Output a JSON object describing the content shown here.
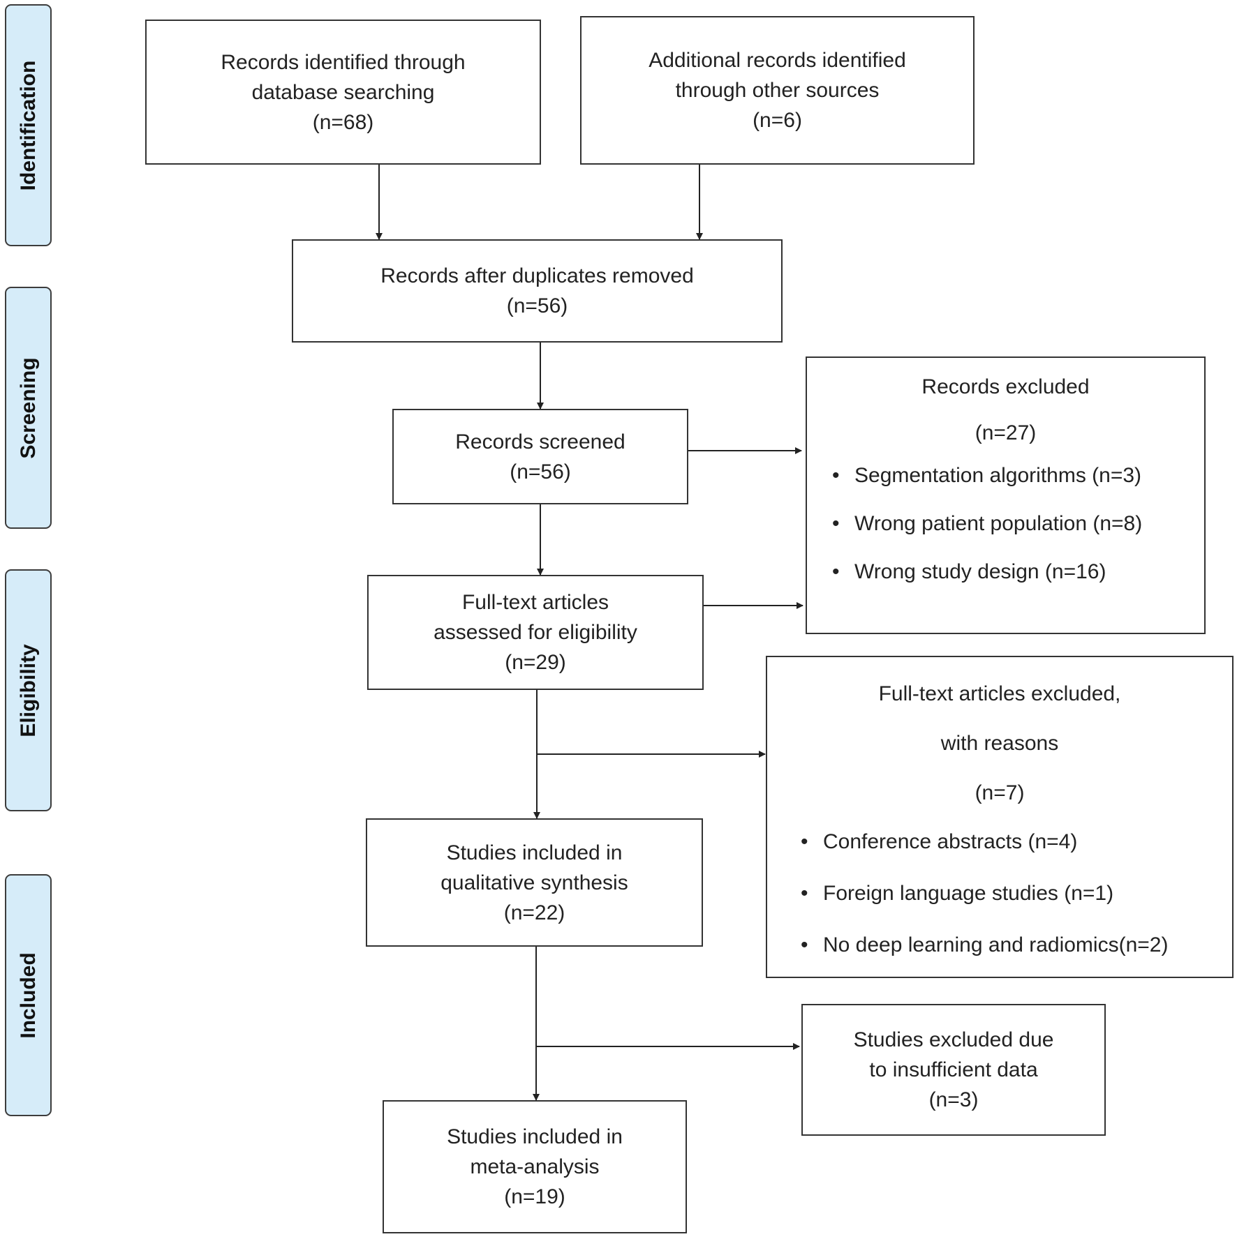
{
  "stages": [
    "Identification",
    "Screening",
    "Eligibility",
    "Included"
  ],
  "boxes": {
    "database": [
      "Records identified through",
      "database searching",
      "(n=68)"
    ],
    "other": [
      "Additional records identified",
      "through other sources",
      "(n=6)"
    ],
    "dedup": [
      "Records after duplicates removed",
      "(n=56)"
    ],
    "screened": [
      "Records screened",
      "(n=56)"
    ],
    "fulltext": [
      "Full-text articles",
      "assessed for eligibility",
      "(n=29)"
    ],
    "qualitative": [
      "Studies included in",
      "qualitative synthesis",
      "(n=22)"
    ],
    "meta": [
      "Studies included in",
      "meta-analysis",
      "(n=19)"
    ],
    "insufficient": [
      "Studies excluded due",
      "to insufficient data",
      "(n=3)"
    ]
  },
  "records_excluded": {
    "title": "Records excluded",
    "count": "(n=27)",
    "reasons": [
      "Segmentation algorithms (n=3)",
      "Wrong patient population (n=8)",
      "Wrong study design (n=16)"
    ]
  },
  "fulltext_excluded": {
    "title": "Full-text articles excluded,",
    "subtitle": "with reasons",
    "count": "(n=7)",
    "reasons": [
      "Conference abstracts (n=4)",
      "Foreign language studies (n=1)",
      "No deep learning and radiomics(n=2)"
    ]
  }
}
